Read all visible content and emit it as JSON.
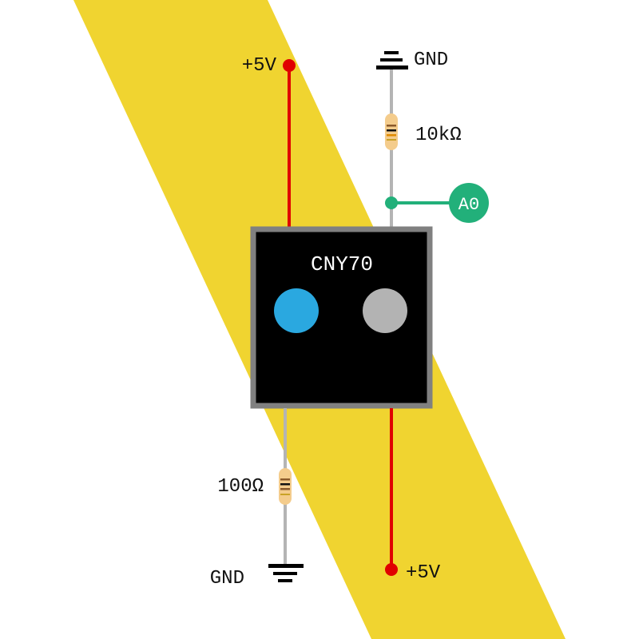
{
  "colors": {
    "yellow_band": "#f0d430",
    "power_wire": "#e00000",
    "neutral_wire": "#b4b4b4",
    "signal": "#22b07a",
    "sensor_body": "#000000",
    "sensor_border": "#808080",
    "ir_emitter": "#2aa8e0",
    "photo_transistor": "#b3b3b3",
    "resistor_body": "#f4cc8c"
  },
  "labels": {
    "top_supply": "+5V",
    "top_ground": "GND",
    "top_resistor": "10kΩ",
    "analog_pin": "A0",
    "sensor_name": "CNY70",
    "bottom_resistor": "100Ω",
    "bottom_ground": "GND",
    "bottom_supply": "+5V"
  },
  "icons": {
    "top_ground": "ground-symbol-icon",
    "bottom_ground": "ground-symbol-icon",
    "emitter": "ir-led-icon",
    "receiver": "phototransistor-icon"
  }
}
